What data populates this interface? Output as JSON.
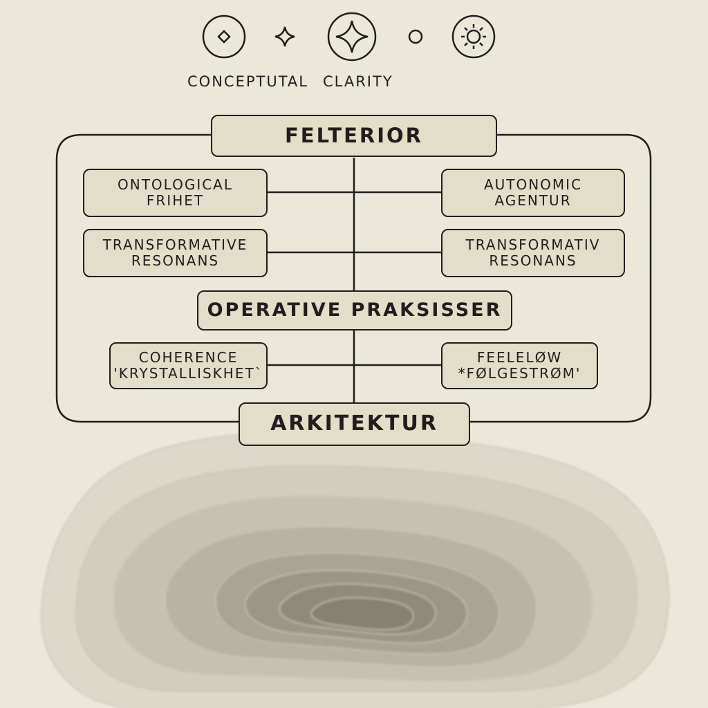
{
  "header": {
    "icons": [
      "diamond-circle-icon",
      "sparkle-icon",
      "four-point-star-circle-icon",
      "small-circle-icon",
      "sun-circle-icon"
    ],
    "subtitle_left": "CONCEPTUTAL",
    "subtitle_right": "CLARITY"
  },
  "diagram": {
    "top_title": "FELTERIOR",
    "left_1": {
      "line1": "ONTOLOGICAL",
      "line2": "FRIHET"
    },
    "right_1": {
      "line1": "AUTONOMIC",
      "line2": "AGENTUR"
    },
    "left_2": {
      "line1": "TRANSFORMATIVE",
      "line2": "RESONANS"
    },
    "right_2": {
      "line1": "TRANSFORMATIV",
      "line2": "RESONANS"
    },
    "middle_title": "OPERATIVE PRAKSISSER",
    "left_3": {
      "line1": "COHERENCE",
      "line2": "'KRYSTALLISKHET`"
    },
    "right_3": {
      "line1": "FEELELØW",
      "line2": "*FØLGESTRØM'"
    },
    "bottom_title": "ARKITEKTUR"
  },
  "colors": {
    "background": "#ece8d9",
    "box_fill": "#e3dec9",
    "stroke": "#1e1e1c",
    "topo_outer": "#ddd9c8",
    "topo_inner": "#8a8a7a"
  }
}
